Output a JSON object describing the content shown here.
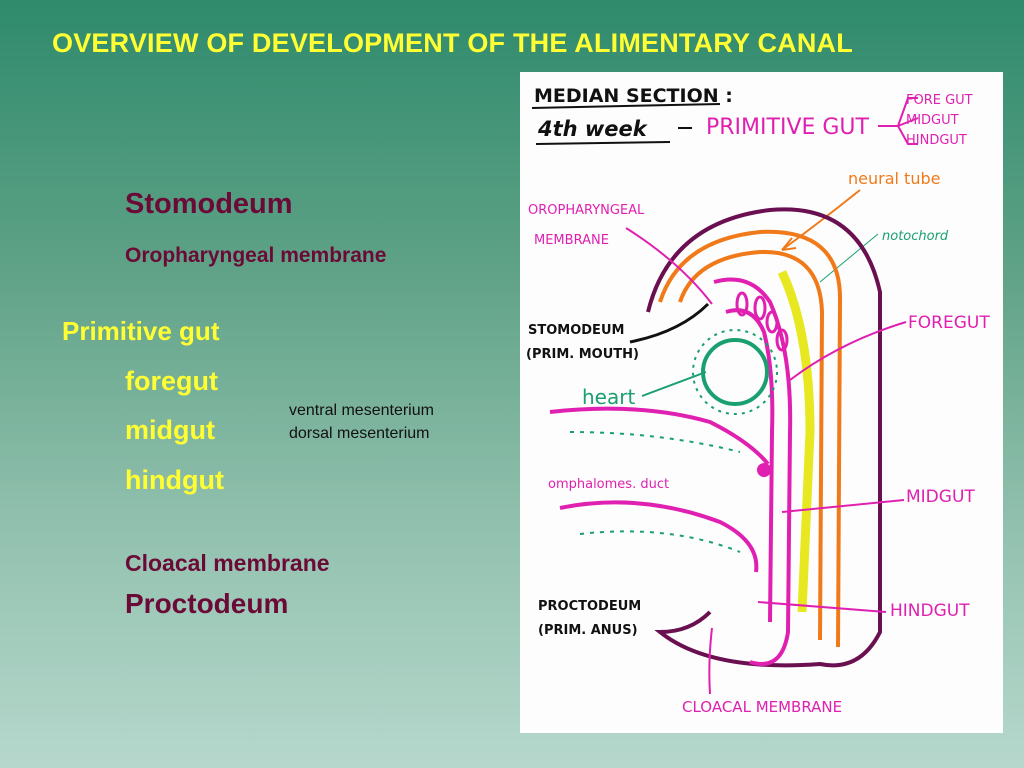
{
  "slide": {
    "title": "OVERVIEW OF DEVELOPMENT OF THE ALIMENTARY CANAL",
    "stomodeum": "Stomodeum",
    "oropharyngeal_membrane": "Oropharyngeal membrane",
    "primitive_gut": "Primitive gut",
    "foregut": "foregut",
    "midgut": "midgut",
    "hindgut": "hindgut",
    "ventral_mesenterium": "ventral mesenterium",
    "dorsal_mesenterium": "dorsal mesenterium",
    "cloacal_membrane": "Cloacal membrane",
    "proctodeum": "Proctodeum"
  },
  "diagram": {
    "header_line1": "MEDIAN SECTION :",
    "header_line2": "4th week",
    "primitive_gut": "PRIMITIVE GUT",
    "bracket_items": [
      "FORE GUT",
      "MIDGUT",
      "HINDGUT"
    ],
    "neural_tube": "neural tube",
    "notochord": "notochord",
    "oropharyngeal_line1": "OROPHARYNGEAL",
    "oropharyngeal_line2": "MEMBRANE",
    "stomodeum_line1": "STOMODEUM",
    "stomodeum_line2": "(PRIM. MOUTH)",
    "heart": "heart",
    "foregut": "FOREGUT",
    "omphalomes": "omphalomes. duct",
    "midgut": "MIDGUT",
    "proctodeum_line1": "PROCTODEUM",
    "proctodeum_line2": "(PRIM. ANUS)",
    "hindgut": "HINDGUT",
    "cloacal_membrane": "CLOACAL MEMBRANE",
    "colors": {
      "magenta": "#e020b0",
      "orange": "#f07a1a",
      "yellow": "#e8e820",
      "green": "#1aa070",
      "purple": "#6a1050",
      "black": "#111111"
    }
  }
}
